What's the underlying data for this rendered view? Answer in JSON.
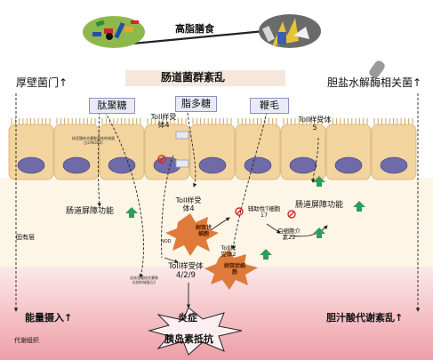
{
  "top": {
    "diet": "高脂膳食",
    "dysbiosis": "肠道菌群紊乱"
  },
  "bacteria": {
    "left": "厚壁菌门",
    "right": "胆盐水解酶相关菌",
    "up_arrow": "↑"
  },
  "ligands": {
    "pgn": "肽聚糖",
    "lps": "脂多糖",
    "flagellin": "鞭毛"
  },
  "receptors": {
    "tlr4_top": "Toll样受体4",
    "tlr5": "Toll样受体5",
    "tlr4_mid": "Toll样受体4",
    "tlr2": "Toll样受体2",
    "tlr249": "Toll样受体4/2/9"
  },
  "barrier": {
    "left": "肠道屏障功能",
    "right": "肠道屏障功能"
  },
  "cells": {
    "dc1": "树突状细胞",
    "dc2": "树突状细胞",
    "th17": "辅助性T细胞17",
    "il22": "白细胞介素22"
  },
  "tiny_text": {
    "nod2": "核苷酸结合寡聚化结构域蛋白2(NOD2)",
    "nlrp": "含核苷酸结合寡聚化结构域蛋白1",
    "nod_small": "NOD"
  },
  "layers": {
    "lamina": "固有层",
    "metabolic": "代谢组织"
  },
  "outcomes": {
    "energy": "能量摄入",
    "inflammation": "炎症",
    "bile": "胆汁酸代谢紊乱",
    "insulin": "胰岛素抵抗",
    "up_arrow": "↑"
  },
  "colors": {
    "epithelium": "#f2d49e",
    "nucleus": "#6f6aa8",
    "dendritic": "#e07a3a",
    "metabolic": "#f3b8be",
    "arrow_green": "#2e9c5a",
    "inhibit_red": "#d62828",
    "band": "#f5e7dc"
  }
}
